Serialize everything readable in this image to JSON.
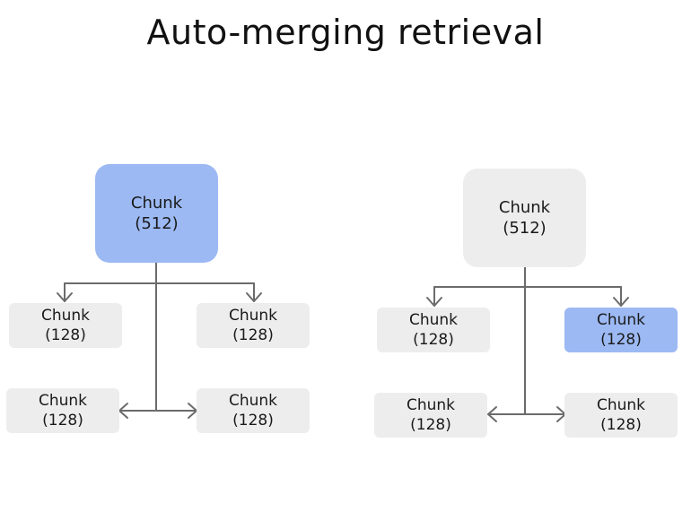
{
  "title": "Auto-merging retrieval",
  "colors": {
    "highlight": "#9cb9f3",
    "default": "#ededed",
    "connector": "#6b6b6b"
  },
  "diagrams": [
    {
      "parent": {
        "name": "Chunk",
        "size": "(512)",
        "highlighted": true
      },
      "children": [
        {
          "name": "Chunk",
          "size": "(128)",
          "highlighted": false
        },
        {
          "name": "Chunk",
          "size": "(128)",
          "highlighted": false
        },
        {
          "name": "Chunk",
          "size": "(128)",
          "highlighted": false
        },
        {
          "name": "Chunk",
          "size": "(128)",
          "highlighted": false
        }
      ]
    },
    {
      "parent": {
        "name": "Chunk",
        "size": "(512)",
        "highlighted": false
      },
      "children": [
        {
          "name": "Chunk",
          "size": "(128)",
          "highlighted": false
        },
        {
          "name": "Chunk",
          "size": "(128)",
          "highlighted": true
        },
        {
          "name": "Chunk",
          "size": "(128)",
          "highlighted": false
        },
        {
          "name": "Chunk",
          "size": "(128)",
          "highlighted": false
        }
      ]
    }
  ]
}
